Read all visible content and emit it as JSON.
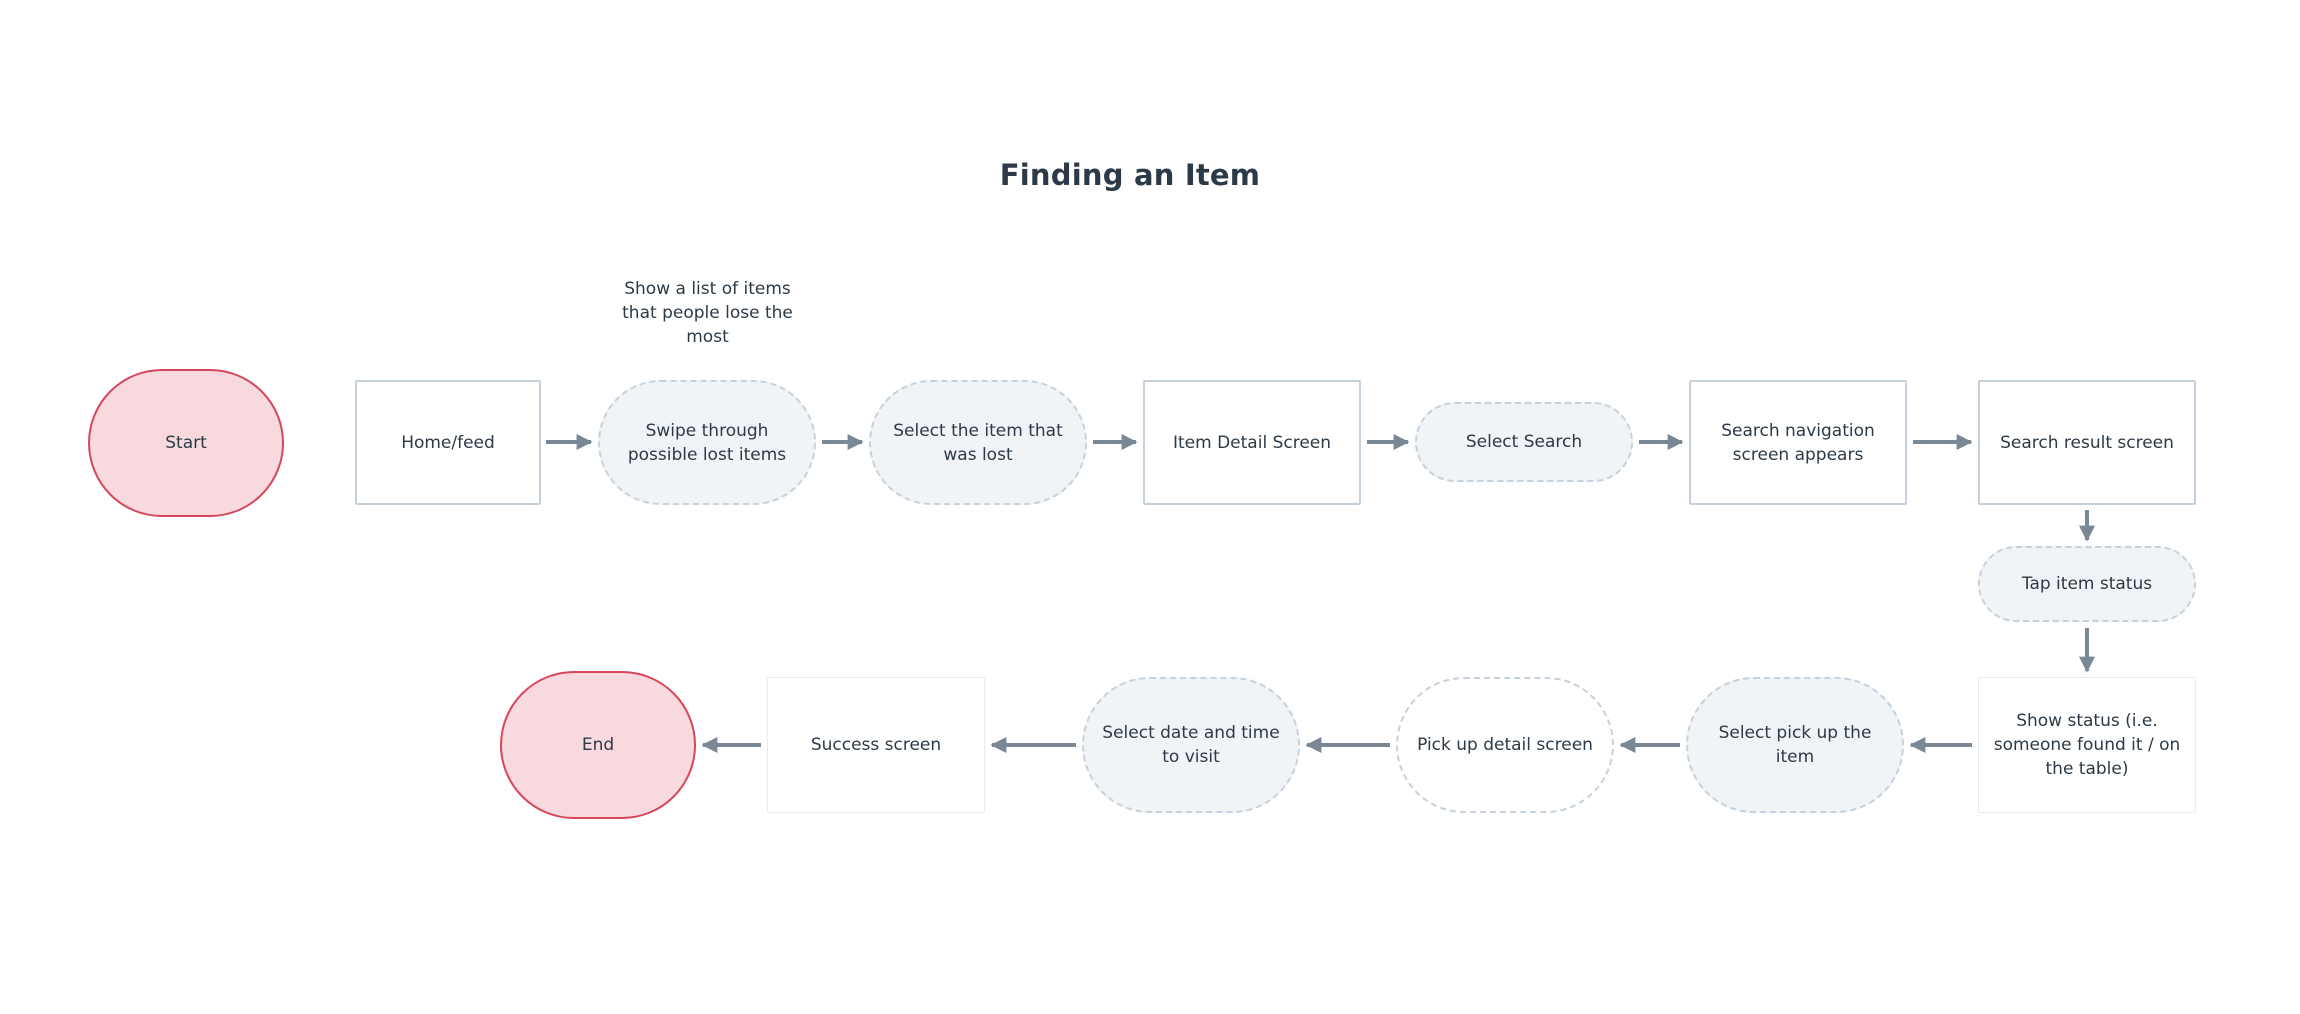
{
  "diagram": {
    "title": "Finding an Item",
    "annotation": "Show a list of items that people lose the most",
    "nodes": {
      "start": "Start",
      "home_feed": "Home/feed",
      "swipe": "Swipe through possible lost items",
      "select_lost_item": "Select the item that was lost",
      "item_detail": "Item Detail Screen",
      "select_search": "Select Search",
      "search_nav": "Search navigation screen appears",
      "search_result": "Search result screen",
      "tap_status": "Tap item status",
      "show_status": "Show status (i.e. someone found it / on the table)",
      "select_pickup": "Select pick up the item",
      "pickup_detail": "Pick up detail screen",
      "select_date": "Select date and time to visit",
      "success": "Success screen",
      "end": "End"
    }
  },
  "colors": {
    "terminal_fill": "#f7d9de",
    "terminal_border": "#d6475c",
    "screen_border": "#c5d1dc",
    "action_fill": "#f1f4f7",
    "arrow": "#7a8896",
    "text": "#2c3a47"
  }
}
